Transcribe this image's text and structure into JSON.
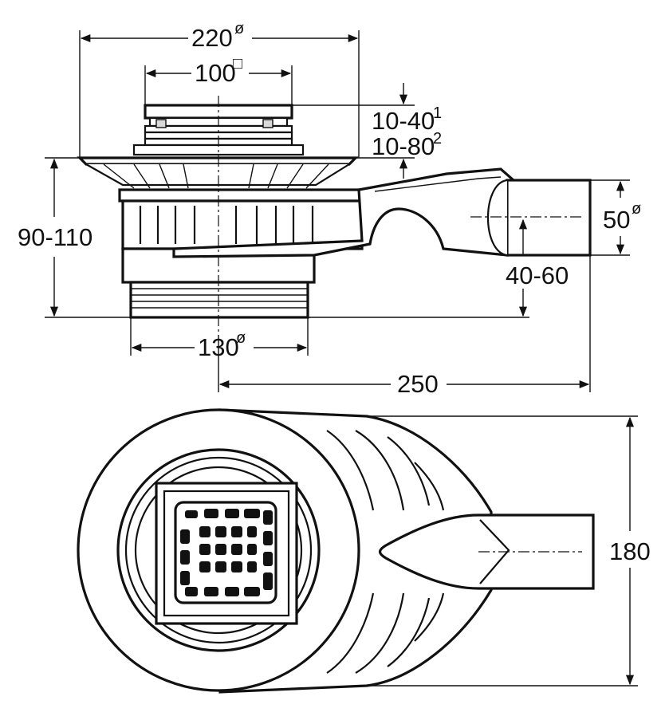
{
  "dimensions": {
    "d220": {
      "value": "220",
      "symbol": "ø"
    },
    "d100": {
      "value": "100",
      "symbol": "□"
    },
    "d10_40": {
      "value": "10-40",
      "sup": "1"
    },
    "d10_80": {
      "value": "10-80",
      "sup": "2"
    },
    "d90_110": "90-110",
    "d50": {
      "value": "50",
      "symbol": "ø"
    },
    "d40_60": "40-60",
    "d130": {
      "value": "130",
      "symbol": "ø"
    },
    "d250": "250",
    "d180": "180"
  },
  "colors": {
    "line": "#111111",
    "fill": "#d9d9d9",
    "background": "#ffffff"
  }
}
